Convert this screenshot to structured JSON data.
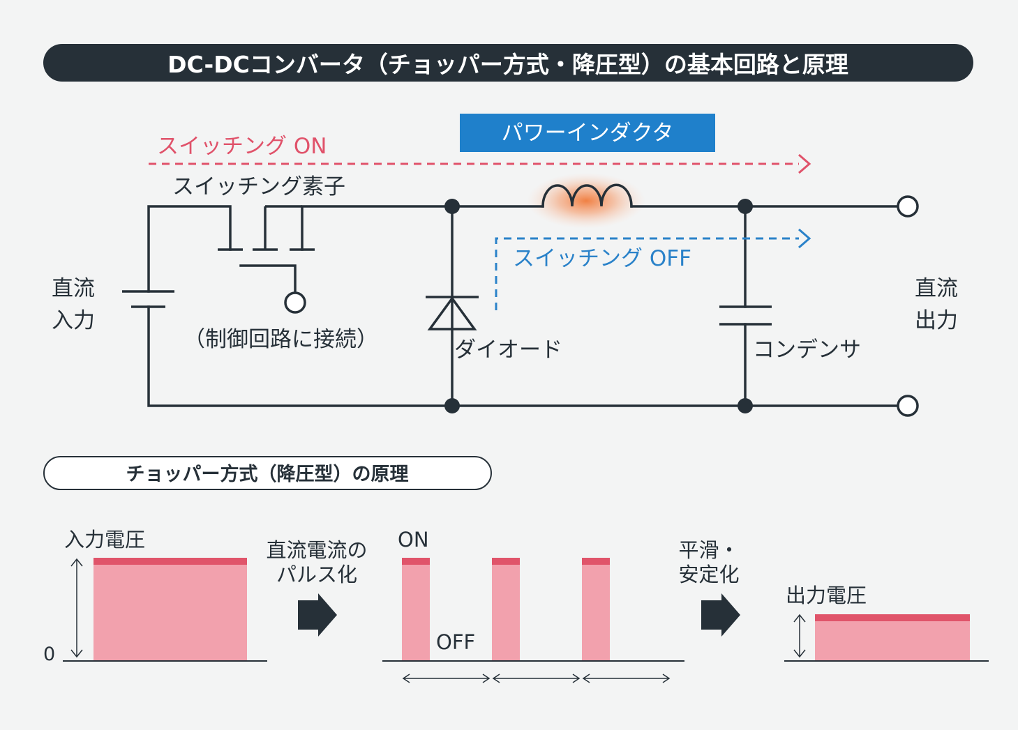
{
  "title": "DC-DCコンバータ（チョッパー方式・降圧型）の基本回路と原理",
  "circuit": {
    "switching_on": "スイッチング ON",
    "switching_off": "スイッチング OFF",
    "power_inductor": "パワーインダクタ",
    "switch_element": "スイッチング素子",
    "control_note": "（制御回路に接続）",
    "dc_input": [
      "直流",
      "入力"
    ],
    "dc_output": [
      "直流",
      "出力"
    ],
    "diode": "ダイオード",
    "capacitor": "コンデンサ"
  },
  "principle": {
    "heading": "チョッパー方式（降圧型）の原理",
    "input_voltage": "入力電圧",
    "zero": "0",
    "pulse_step": [
      "直流電流の",
      "パルス化"
    ],
    "on": "ON",
    "off": "OFF",
    "smooth_step": [
      "平滑・",
      "安定化"
    ],
    "output_voltage": "出力電圧"
  },
  "colors": {
    "dark": "#263038",
    "switch_on": "#e0526a",
    "switch_off": "#2a82c9",
    "inductor_badge": "#1f80cb",
    "pulse_fill": "#f2a1ad",
    "pulse_top": "#e0546a",
    "inductor_glow": "#f07a3a"
  }
}
